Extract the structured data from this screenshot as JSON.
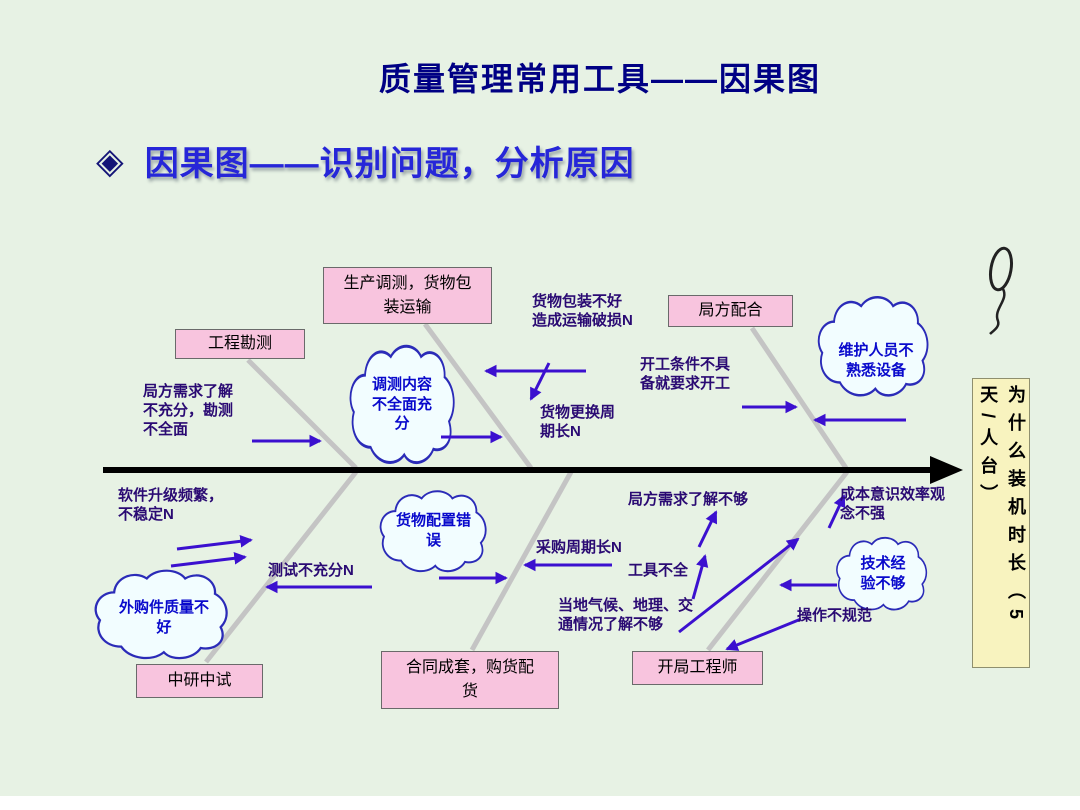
{
  "page": {
    "title": "质量管理常用工具——因果图",
    "subtitle_bullet": "◈",
    "subtitle": "因果图——识别问题，分析原因"
  },
  "diagram": {
    "effect": "为什么装机时长（5天/人台）",
    "categories": [
      {
        "label": "工程勘测"
      },
      {
        "label": "生产调测，货物包\n装运输"
      },
      {
        "label": "局方配合"
      },
      {
        "label": "中研中试"
      },
      {
        "label": "合同成套，购货配\n货"
      },
      {
        "label": "开局工程师"
      }
    ],
    "clouds": [
      {
        "label": "调测内容\n不全面充\n分"
      },
      {
        "label": "维护人员不\n熟悉设备"
      },
      {
        "label": "货物配置错\n误"
      },
      {
        "label": "外购件质量不\n好"
      },
      {
        "label": "技术经\n验不够"
      }
    ],
    "causes": [
      {
        "label": "局方需求了解\n不充分，勘测\n不全面"
      },
      {
        "label": "货物包装不好\n造成运输破损N"
      },
      {
        "label": "货物更换周\n期长N"
      },
      {
        "label": "开工条件不具\n备就要求开工"
      },
      {
        "label": "软件升级频繁，\n不稳定N"
      },
      {
        "label": "测试不充分N"
      },
      {
        "label": "采购周期长N"
      },
      {
        "label": "局方需求了解不够"
      },
      {
        "label": "工具不全"
      },
      {
        "label": "当地气候、地理、交\n通情况了解不够"
      },
      {
        "label": "成本意识效率观\n念不强"
      },
      {
        "label": "操作不规范"
      }
    ],
    "colors": {
      "background": "#e7f2e4",
      "title_text": "#000084",
      "subtitle_text": "#2626d8",
      "category_bg": "#f8c4de",
      "cause_text": "#2a0a73",
      "cloud_text": "#0909cc",
      "cloud_stroke": "#2b2bb8",
      "arrow": "#3b10cf",
      "bone": "#c4c4c4",
      "spine": "#000000",
      "effect_bg": "#f8f3bf"
    }
  }
}
